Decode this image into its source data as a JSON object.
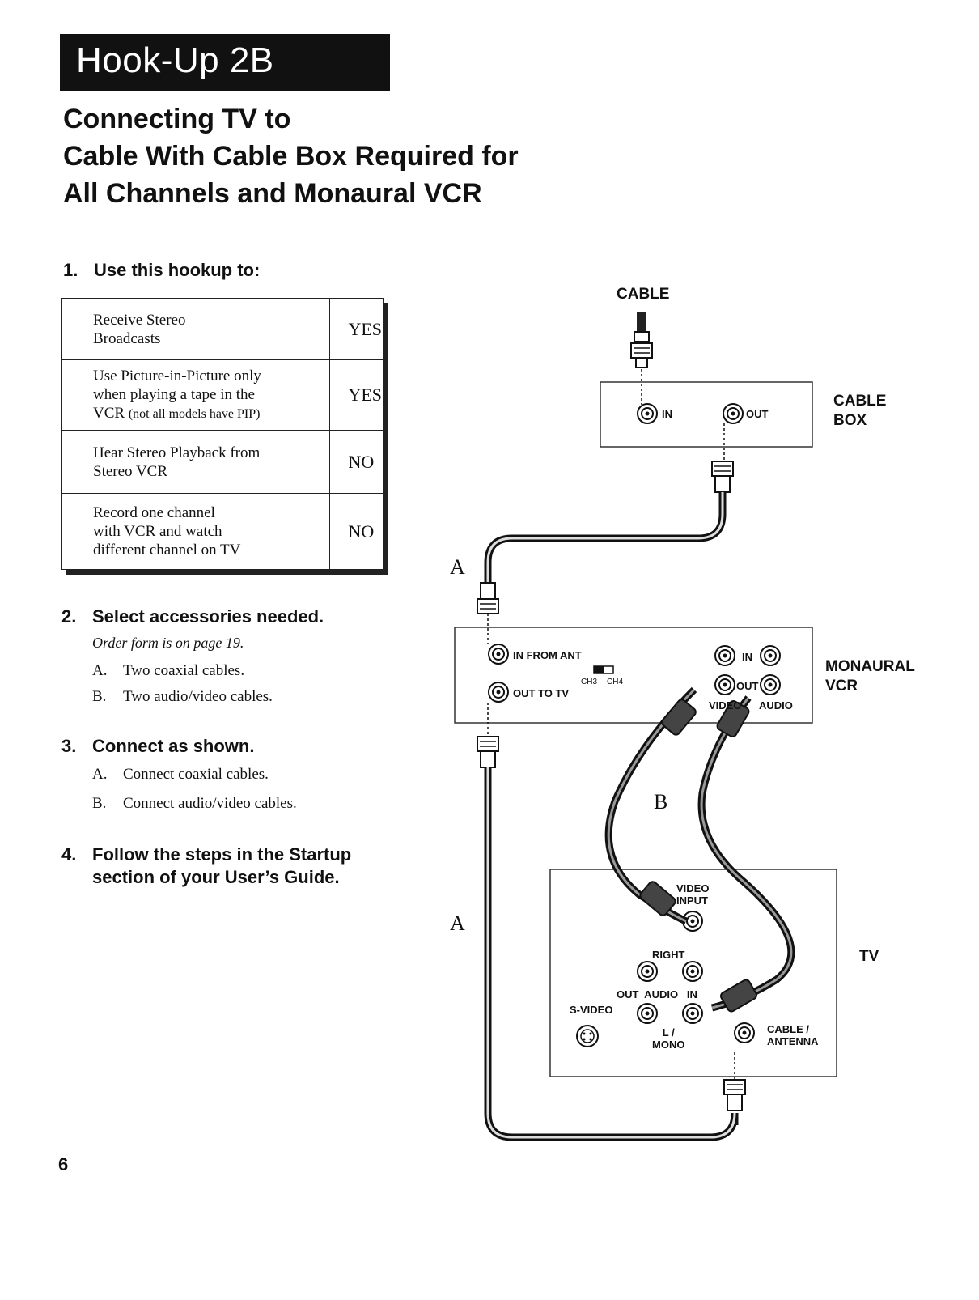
{
  "header": {
    "banner": "Hook-Up 2B"
  },
  "title": {
    "line1": "Connecting TV to",
    "line2": "Cable With Cable Box Required for",
    "line3": "All Channels and Monaural VCR"
  },
  "steps": [
    {
      "number": "1.",
      "heading": "Use this hookup to:"
    },
    {
      "number": "2.",
      "heading": "Select accessories needed.",
      "note": "Order form is on page 19.",
      "items": [
        {
          "mark": "A.",
          "text": "Two coaxial cables."
        },
        {
          "mark": "B.",
          "text": "Two audio/video cables."
        }
      ]
    },
    {
      "number": "3.",
      "heading": "Connect as shown.",
      "items": [
        {
          "mark": "A.",
          "text": "Connect coaxial cables."
        },
        {
          "mark": "B.",
          "text": "Connect audio/video cables."
        }
      ]
    },
    {
      "number": "4.",
      "heading_line1": "Follow the steps in the Startup",
      "heading_line2": "section of your User’s Guide."
    }
  ],
  "table": {
    "rows": [
      {
        "lines": [
          "Receive Stereo",
          "Broadcasts"
        ],
        "answer": "YES"
      },
      {
        "lines": [
          "Use Picture-in-Picture only",
          "when playing a tape in the",
          "VCR"
        ],
        "small": "(not all models have PIP)",
        "answer": "YES"
      },
      {
        "lines": [
          "Hear  Stereo Playback from",
          "Stereo VCR"
        ],
        "answer": "NO"
      },
      {
        "lines": [
          "Record one channel",
          "with VCR and watch",
          "different channel on TV"
        ],
        "answer": "NO"
      }
    ]
  },
  "diagram": {
    "cable": "CABLE",
    "cable_box_line1": "CABLE",
    "cable_box_line2": "BOX",
    "in_label": "IN",
    "out_label": "OUT",
    "vcr_line1": "MONAURAL",
    "vcr_line2": "VCR",
    "in_from_ant": "IN FROM ANT",
    "out_to_tv": "OUT TO TV",
    "ch3": "CH3",
    "ch4": "CH4",
    "vcr_in": "IN",
    "vcr_out": "OUT",
    "video": "VIDEO",
    "audio": "AUDIO",
    "tv": "TV",
    "video_input_line1": "VIDEO",
    "video_input_line2": "INPUT",
    "right": "RIGHT",
    "out_audio_in": "OUT  AUDIO   IN",
    "s_video": "S-VIDEO",
    "l_mono_line1": "L /",
    "l_mono_line2": "MONO",
    "cable_antenna_line1": "CABLE /",
    "cable_antenna_line2": "ANTENNA",
    "cable_a_upper": "A",
    "cable_a_lower": "A",
    "cable_b": "B"
  },
  "page_number": "6"
}
